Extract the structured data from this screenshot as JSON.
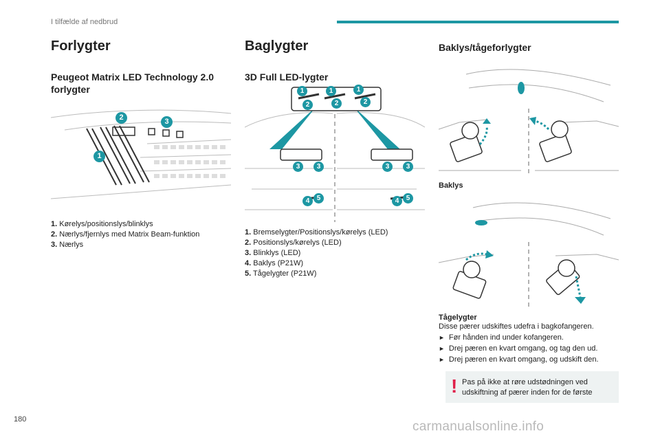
{
  "header": {
    "section": "I tilfælde af nedbrud",
    "accent_color": "#1d97a3"
  },
  "col1": {
    "title": "Forlygter",
    "subtitle": "Peugeot Matrix LED Technology 2.0 forlygter",
    "items": [
      {
        "num": "1.",
        "text": "Kørelys/positionslys/blinklys"
      },
      {
        "num": "2.",
        "text": "Nærlys/fjernlys med Matrix Beam-funktion"
      },
      {
        "num": "3.",
        "text": "Nærlys"
      }
    ]
  },
  "col2": {
    "title": "Baglygter",
    "subtitle": "3D Full LED-lygter",
    "items": [
      {
        "num": "1.",
        "text": "Bremselygter/Positionslys/kørelys (LED)"
      },
      {
        "num": "2.",
        "text": "Positionslys/kørelys (LED)"
      },
      {
        "num": "3.",
        "text": "Blinklys (LED)"
      },
      {
        "num": "4.",
        "text": "Baklys (P21W)"
      },
      {
        "num": "5.",
        "text": "Tågelygter (P21W)"
      }
    ]
  },
  "col3": {
    "title": "Baklys/tågeforlygter",
    "caption1": "Baklys",
    "caption2": "Tågelygter",
    "paragraph": "Disse pærer udskiftes udefra i bagkofangeren.",
    "steps": [
      "Før hånden ind under kofangeren.",
      "Drej pæren en kvart omgang, og tag den ud.",
      "Drej pæren en kvart omgang, og udskift den."
    ],
    "warning": "Pas på ikke at røre udstødningen ved udskiftning af pærer inden for de første"
  },
  "figure_labels": {
    "one": "1",
    "two": "2",
    "three": "3",
    "four": "4",
    "five": "5"
  },
  "page_number": "180",
  "watermark": "carmanualsonline.info",
  "colors": {
    "badge": "#1d97a3",
    "warning": "#e0204a"
  }
}
